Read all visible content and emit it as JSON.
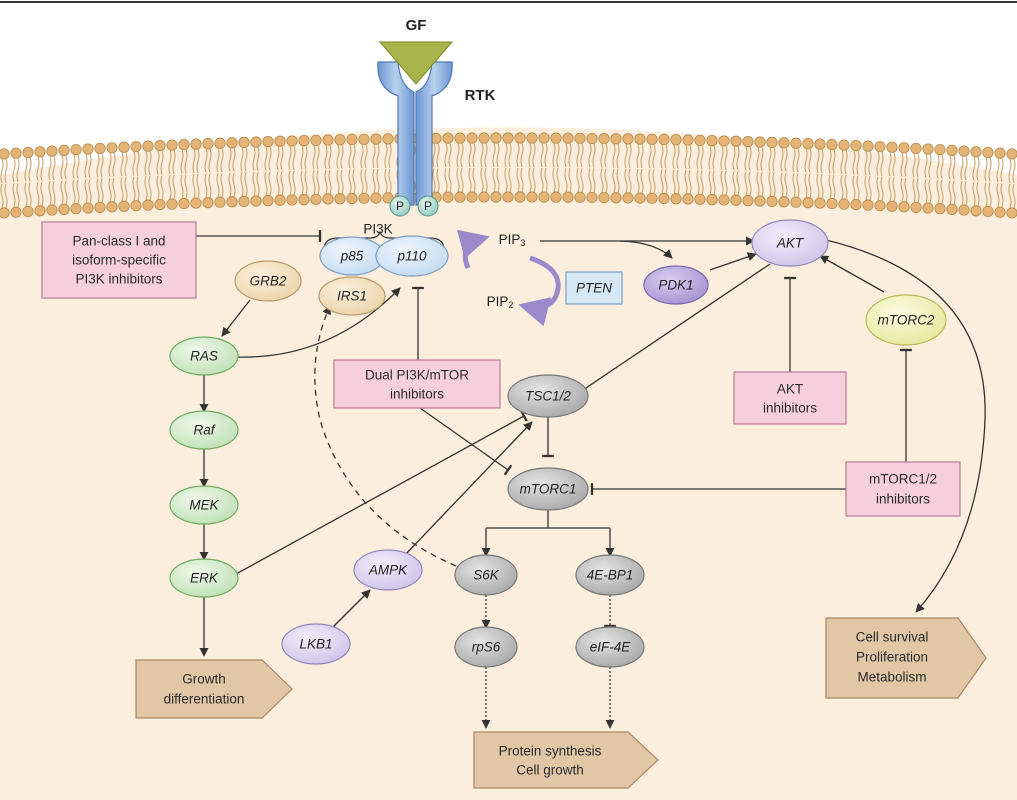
{
  "labels": {
    "gf": "GF",
    "rtk": "RTK",
    "p_left": "P",
    "p_right": "P",
    "pi3k": "PI3K",
    "pip3_base": "PIP",
    "pip3_sub": "3",
    "pip2_base": "PIP",
    "pip2_sub": "2"
  },
  "nodes": {
    "p85": "p85",
    "p110": "p110",
    "irs1": "IRS1",
    "grb2": "GRB2",
    "ras": "RAS",
    "raf": "Raf",
    "mek": "MEK",
    "erk": "ERK",
    "pten": "PTEN",
    "pdk1": "PDK1",
    "akt": "AKT",
    "mtorc2": "mTORC2",
    "tsc": "TSC1/2",
    "mtorc1": "mTORC1",
    "ampk": "AMPK",
    "lkb1": "LKB1",
    "s6k": "S6K",
    "ebp1": "4E-BP1",
    "rps6": "rpS6",
    "eif4e": "eIF-4E"
  },
  "inhibitors": {
    "pi3k_line1": "Pan-class I and",
    "pi3k_line2": "isoform-specific",
    "pi3k_line3": "PI3K inhibitors",
    "dual_line1": "Dual PI3K/mTOR",
    "dual_line2": "inhibitors",
    "akt_line1": "AKT",
    "akt_line2": "inhibitors",
    "mtorc12_line1": "mTORC1/2",
    "mtorc12_line2": "inhibitors"
  },
  "outcomes": {
    "growth_line1": "Growth",
    "growth_line2": "differentiation",
    "protein_line1": "Protein synthesis",
    "protein_line2": "Cell growth",
    "survival_line1": "Cell survival",
    "survival_line2": "Proliferation",
    "survival_line3": "Metabolism"
  },
  "colors": {
    "cytoplasm": "#fbeedd",
    "membrane": "#e8bf88",
    "green_node": "#cfe8c8",
    "tan_node": "#f3ddb8",
    "grey_node": "#bdbdbd",
    "lavender_node": "#ddd4ef",
    "purple_node": "#b8a6dc",
    "yellow_node": "#eef0b0",
    "pi3k_node": "#d3e4f4",
    "pink_box": "#f6cfdc",
    "outcome_box": "#e2c7a7",
    "rtk": "#90b4e0",
    "gf": "#a5b24a"
  }
}
